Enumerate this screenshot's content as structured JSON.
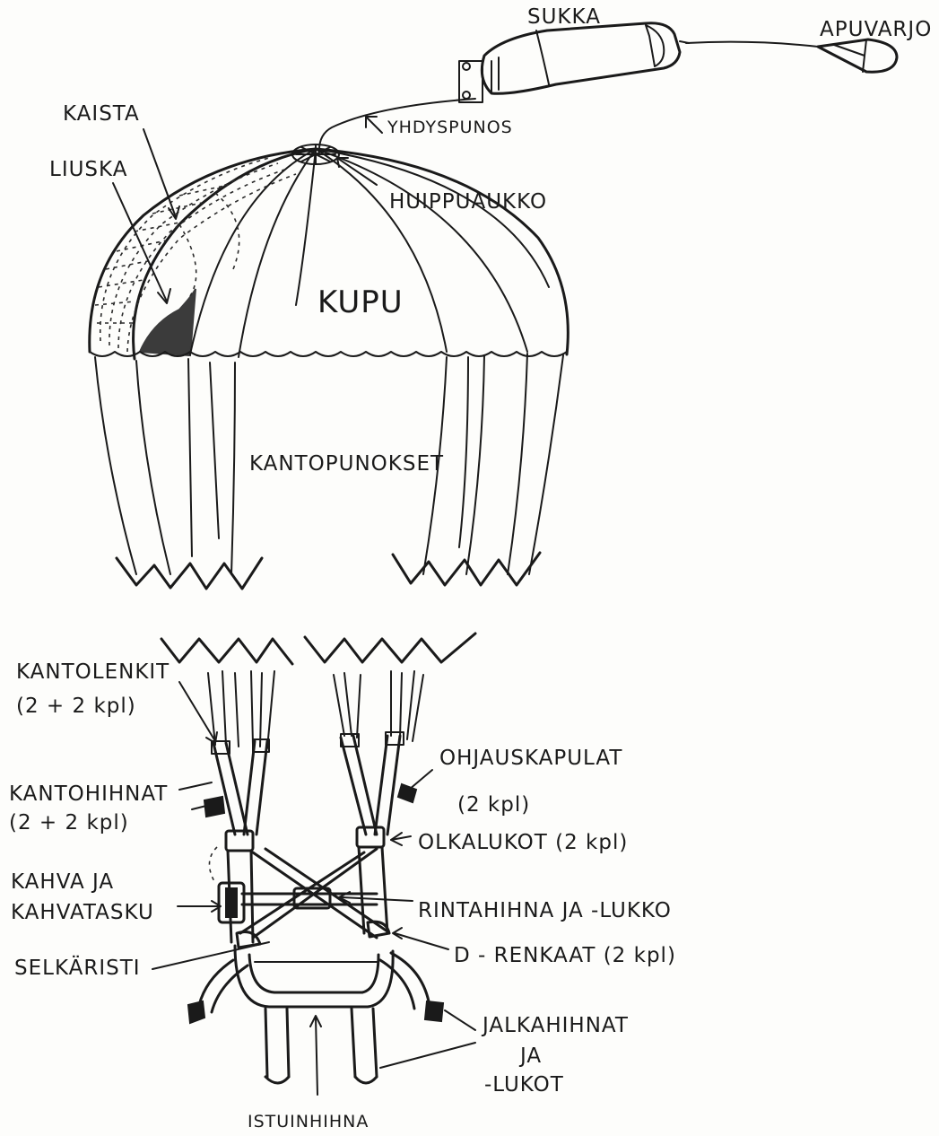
{
  "labels": {
    "sukka": "SUKKA",
    "apuvarjo": "APUVARJO",
    "yhdyspunos": "YHDYSPUNOS",
    "kaista": "KAISTA",
    "liuska": "LIUSKA",
    "huippuaukko": "HUIPPUAUKKO",
    "kupu": "KUPU",
    "kantopunokset": "KANTOPUNOKSET",
    "kantolenkit_1": "KANTOLENKIT",
    "kantolenkit_2": "(2 + 2 kpl)",
    "kantohihnat_1": "KANTOHIHNAT",
    "kantohihnat_2": "(2 + 2 kpl)",
    "kahva_1": "KAHVA JA",
    "kahva_2": "KAHVATASKU",
    "selkaristi": "SELKÄRISTI",
    "ohjauskapulat_1": "OHJAUSKAPULAT",
    "ohjauskapulat_2": "(2 kpl)",
    "olkalukot": "OLKALUKOT (2 kpl)",
    "rintahihna": "RINTAHIHNA JA -LUKKO",
    "drenkaat": "D - RENKAAT (2 kpl)",
    "jalkahihnat_1": "JALKAHIHNAT",
    "jalkahihnat_2": "JA",
    "jalkahihnat_3": "-LUKOT",
    "istuinhihna": "ISTUINHIHNA"
  },
  "colors": {
    "ink": "#1a1a1a",
    "paper": "#fdfdfb"
  }
}
